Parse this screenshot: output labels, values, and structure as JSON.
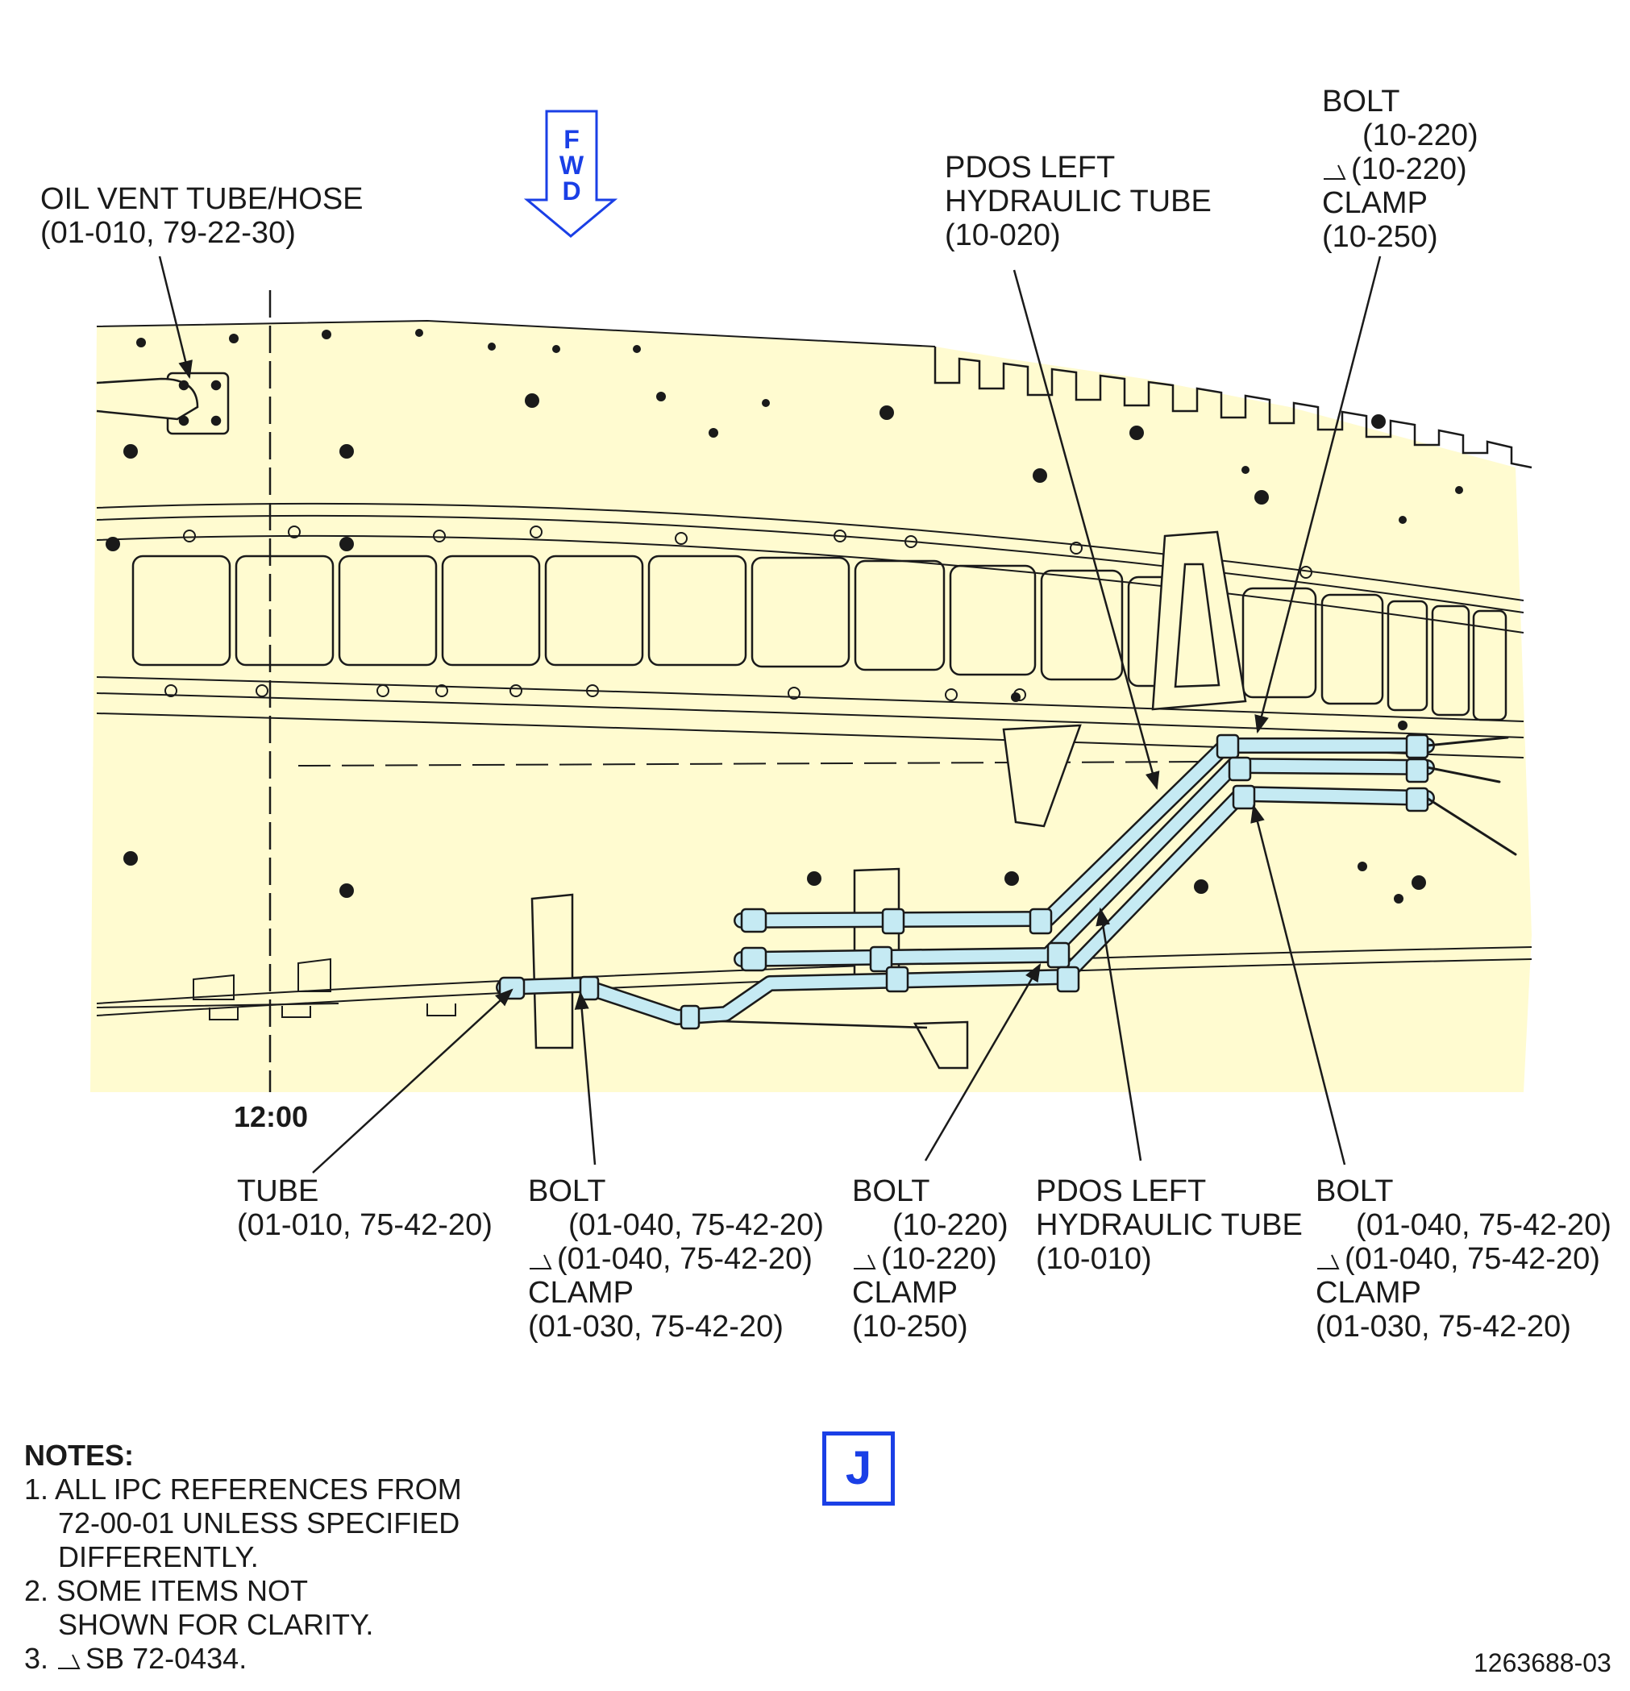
{
  "fwd_arrow": {
    "letters": [
      "F",
      "W",
      "D"
    ],
    "color": "#1a3fe6"
  },
  "colors": {
    "panel_fill": "#fffbd0",
    "tube_fill": "#c5eaf3",
    "outline": "#1a1a1a",
    "accent": "#1a3fe6"
  },
  "clock_label": "12:00",
  "view_label": "J",
  "figure_number": "1263688-03",
  "labels": {
    "oil_vent": {
      "line1": "OIL VENT TUBE/HOSE",
      "line2": "(01-010, 79-22-30)"
    },
    "pdos_left_top": {
      "line1": "PDOS LEFT",
      "line2": "HYDRAULIC TUBE",
      "line3": "(10-020)"
    },
    "bolt_clamp_top": {
      "line1": "BOLT",
      "line2": "(10-220)",
      "line3": "(10-220)",
      "line4": "CLAMP",
      "line5": "(10-250)"
    },
    "tube_bottom": {
      "line1": "TUBE",
      "line2": "(01-010, 75-42-20)"
    },
    "bolt_clamp_b1": {
      "line1": "BOLT",
      "line2": "(01-040, 75-42-20)",
      "line3": "(01-040, 75-42-20)",
      "line4": "CLAMP",
      "line5": "(01-030, 75-42-20)"
    },
    "bolt_clamp_b2": {
      "line1": "BOLT",
      "line2": "(10-220)",
      "line3": "(10-220)",
      "line4": "CLAMP",
      "line5": "(10-250)"
    },
    "pdos_left_bottom": {
      "line1": "PDOS LEFT",
      "line2": "HYDRAULIC TUBE",
      "line3": "(10-010)"
    },
    "bolt_clamp_b3": {
      "line1": "BOLT",
      "line2": "(01-040, 75-42-20)",
      "line3": "(01-040, 75-42-20)",
      "line4": "CLAMP",
      "line5": "(01-030, 75-42-20)"
    }
  },
  "notes": {
    "heading": "NOTES:",
    "n1a": "1. ALL IPC REFERENCES FROM",
    "n1b": "72-00-01 UNLESS SPECIFIED",
    "n1c": "DIFFERENTLY.",
    "n2a": "2. SOME ITEMS NOT",
    "n2b": "SHOWN FOR CLARITY.",
    "n3": "3.",
    "n3b": "SB 72-0434."
  }
}
